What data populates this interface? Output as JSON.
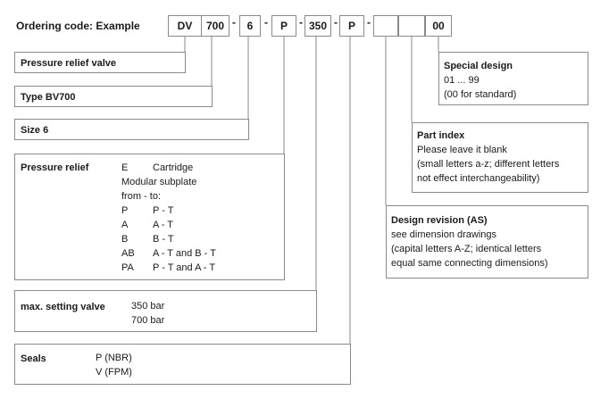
{
  "header": {
    "title": "Ordering code: Example",
    "codes": [
      "DV",
      "700",
      "6",
      "P",
      "350",
      "P",
      "",
      "",
      "00"
    ],
    "separator": "-"
  },
  "blocks": {
    "pressure_relief_valve": "Pressure relief valve",
    "type": "Type BV700",
    "size": "Size 6",
    "pressure_relief": {
      "label": "Pressure relief",
      "e_code": "E",
      "e_text": "Cartridge",
      "modular": "Modular subplate",
      "from_to": "from - to:",
      "rows": [
        {
          "code": "P",
          "text": "P - T"
        },
        {
          "code": "A",
          "text": "A - T"
        },
        {
          "code": "B",
          "text": "B - T"
        },
        {
          "code": "AB",
          "text": "A - T and B - T"
        },
        {
          "code": "PA",
          "text": "P - T and A - T"
        }
      ]
    },
    "setting": {
      "label": "max. setting valve",
      "values": [
        "350 bar",
        "700 bar"
      ]
    },
    "seals": {
      "label": "Seals",
      "values": [
        "P (NBR)",
        "V (FPM)"
      ]
    },
    "special_design": {
      "label": "Special design",
      "lines": [
        "01 ... 99",
        "(00 for standard)"
      ]
    },
    "part_index": {
      "label": "Part index",
      "lines": [
        "Please leave it blank",
        "(small letters a-z; different letters",
        "not effect interchangeability)"
      ]
    },
    "design_revision": {
      "label": "Design revision (AS)",
      "lines": [
        "see dimension drawings",
        "(capital letters A-Z; identical letters",
        "equal same connecting dimensions)"
      ]
    }
  }
}
